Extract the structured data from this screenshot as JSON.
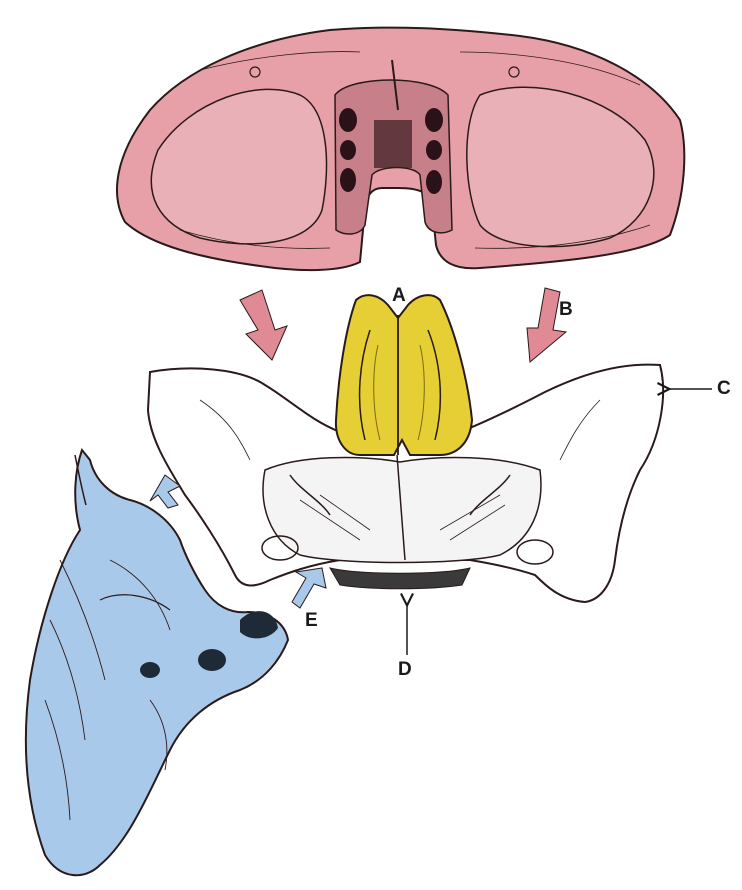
{
  "labels": {
    "a": "A",
    "b": "B",
    "c": "C",
    "d": "D",
    "e": "E"
  },
  "colors": {
    "frontal_bone": "#e8a0a8",
    "ethmoid_bone": "#e6cf35",
    "sphenoid_bone": "#ffffff",
    "occipital_bone": "#a9c9ea",
    "outline": "#2a1a1a"
  },
  "parts": [
    "frontal-bone",
    "ethmoid-bone",
    "sphenoid-bone",
    "occipital-bone"
  ]
}
